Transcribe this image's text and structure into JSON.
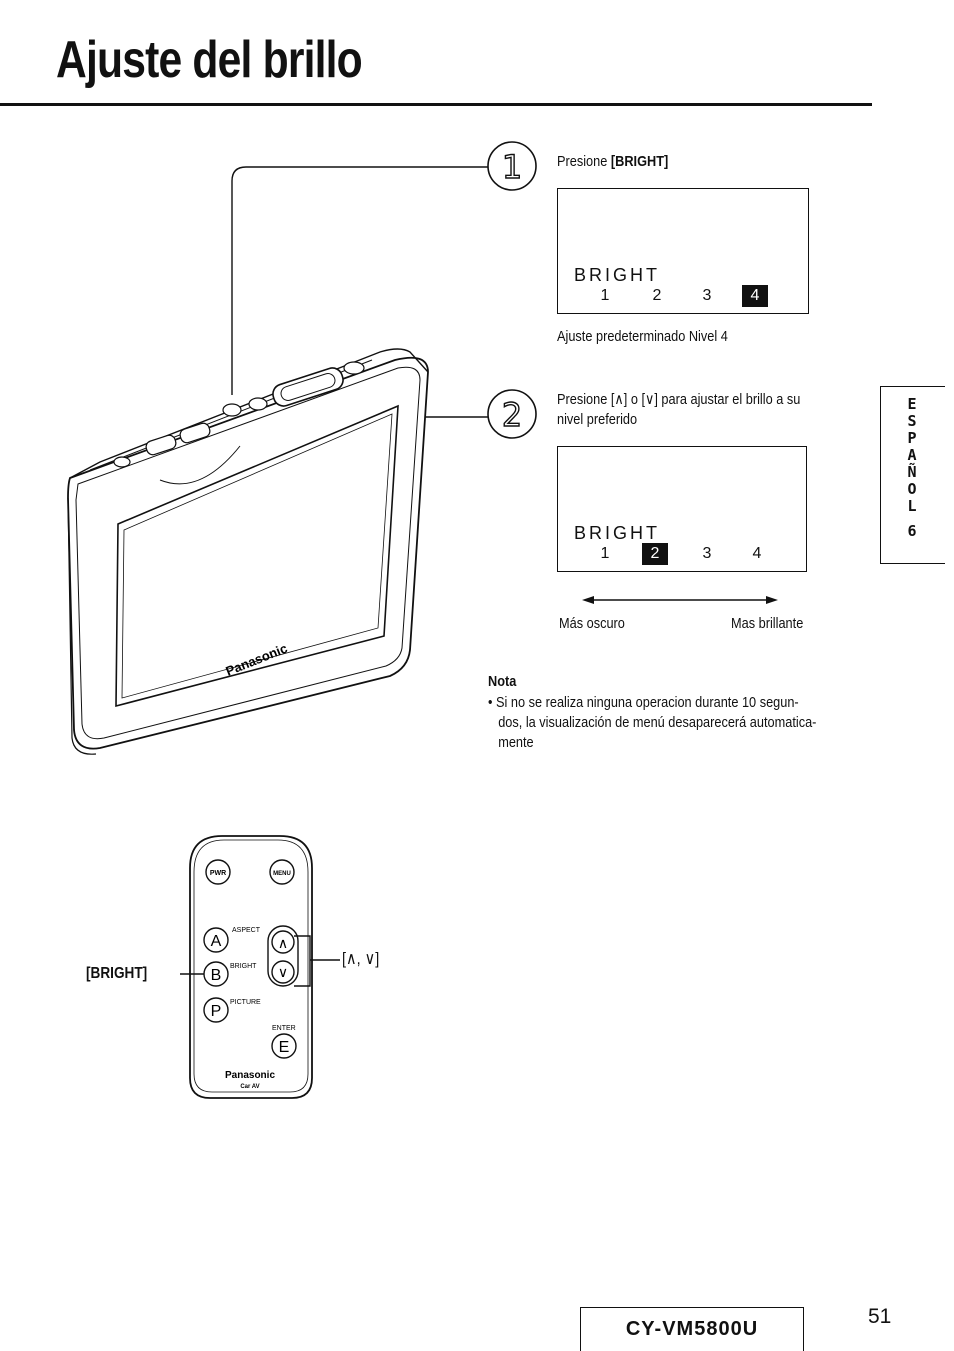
{
  "title": "Ajuste del brillo",
  "step1": {
    "number": "1",
    "text_prefix": "Presione ",
    "text_key": "[BRIGHT]",
    "osd": {
      "label": "BRIGHT",
      "levels": [
        "1",
        "2",
        "3",
        "4"
      ],
      "active_index": 3
    },
    "caption": "Ajuste predeterminado Nivel 4"
  },
  "step2": {
    "number": "2",
    "text_line1": "Presione [∧] o [∨] para ajustar el brillo a su",
    "text_line2": "nivel preferido",
    "osd": {
      "label": "BRIGHT",
      "levels": [
        "1",
        "2",
        "3",
        "4"
      ],
      "active_index": 1
    },
    "scale_left": "Más oscuro",
    "scale_right": "Mas brillante"
  },
  "nota": {
    "heading": "Nota",
    "line1": "• Si no se realiza ninguna operacion durante 10 segun-",
    "line2": "dos, la visualización de menú desaparecerá automatica-",
    "line3": "mente"
  },
  "monitor": {
    "brand": "Panasonic"
  },
  "remote": {
    "buttons": {
      "pwr": "PWR",
      "menu": "MENU",
      "a": "A",
      "b": "B",
      "p": "P",
      "e": "E",
      "up": "∧",
      "down": "∨"
    },
    "labels": {
      "aspect": "ASPECT",
      "bright": "BRIGHT",
      "picture": "PICTURE",
      "enter": "ENTER",
      "brand": "Panasonic",
      "sub": "Car AV"
    },
    "callout_bright": "[BRIGHT]",
    "callout_arrows": "[∧, ∨]"
  },
  "side_tab": {
    "letters": [
      "E",
      "S",
      "P",
      "A",
      "Ñ",
      "O",
      "L",
      "6"
    ]
  },
  "footer": {
    "model": "CY-VM5800U",
    "page_number": "51"
  }
}
